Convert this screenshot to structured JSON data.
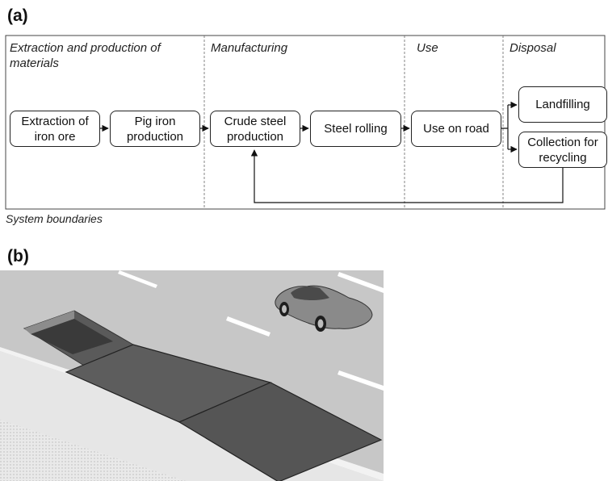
{
  "panel_a_label": "(a)",
  "panel_b_label": "(b)",
  "phases": [
    "Extraction and production of materials",
    "Manufacturing",
    "Use",
    "Disposal"
  ],
  "process_boxes": {
    "extraction_of_iron_ore": "Extraction of iron ore",
    "pig_iron_production": "Pig iron production",
    "crude_steel_production": "Crude steel production",
    "steel_rolling": "Steel rolling",
    "use_on_road": "Use on road",
    "landfilling": "Landfilling",
    "collection_for_recycling": "Collection for recycling"
  },
  "system_boundaries_caption": "System boundaries",
  "scene_description_icons": [
    "car-icon",
    "road-icon",
    "pavement-slab-icon"
  ]
}
